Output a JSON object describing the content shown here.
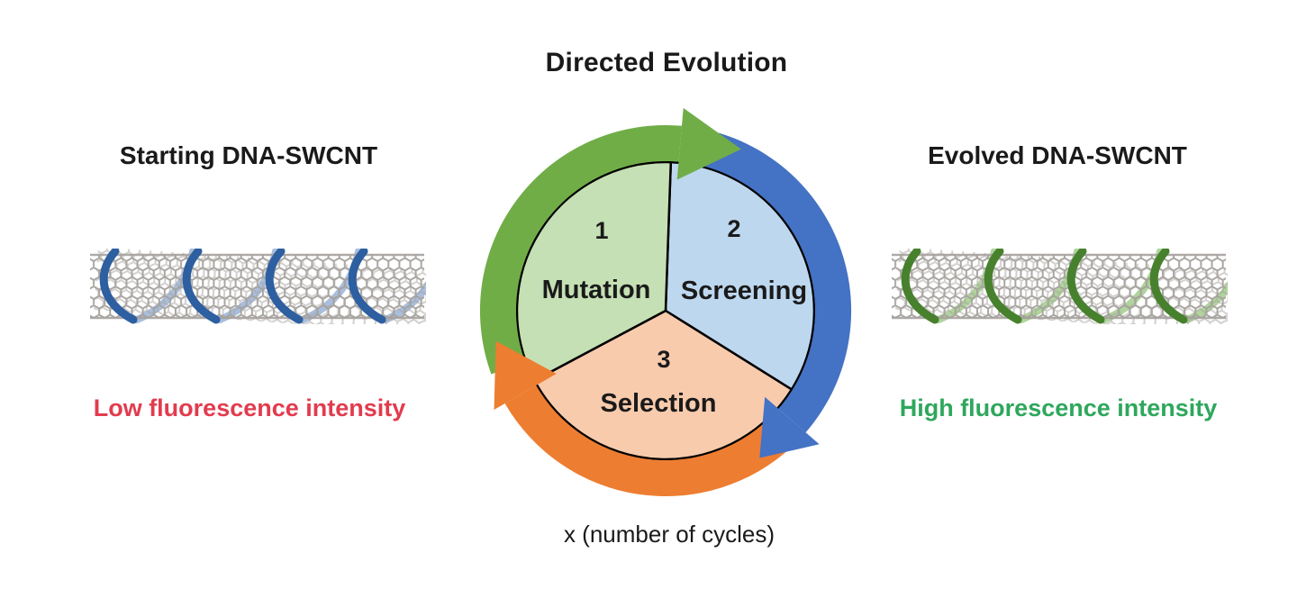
{
  "title": "Directed Evolution",
  "left_panel": {
    "title": "Starting DNA-SWCNT",
    "caption": "Low fluorescence intensity",
    "caption_color": "#E23B4E",
    "dna_front_color": "#2D5FA1",
    "dna_back_color": "#A9BEDD"
  },
  "right_panel": {
    "title": "Evolved DNA-SWCNT",
    "caption": "High fluorescence intensity",
    "caption_color": "#2EA75C",
    "dna_front_color": "#47812D",
    "dna_back_color": "#AFD49C"
  },
  "cycle": {
    "steps": [
      {
        "number": "1",
        "label": "Mutation",
        "sector_color": "#C5E0B4",
        "arrow_color": "#70AD47"
      },
      {
        "number": "2",
        "label": "Screening",
        "sector_color": "#BDD7EE",
        "arrow_color": "#4472C4"
      },
      {
        "number": "3",
        "label": "Selection",
        "sector_color": "#F8CBAD",
        "arrow_color": "#ED7D31"
      }
    ],
    "footer": "x (number of cycles)"
  },
  "colors": {
    "background": "#FFFFFF",
    "text": "#1A1A1A",
    "nanotube_mesh": "#A5A19D",
    "divider_stroke": "#000000"
  }
}
